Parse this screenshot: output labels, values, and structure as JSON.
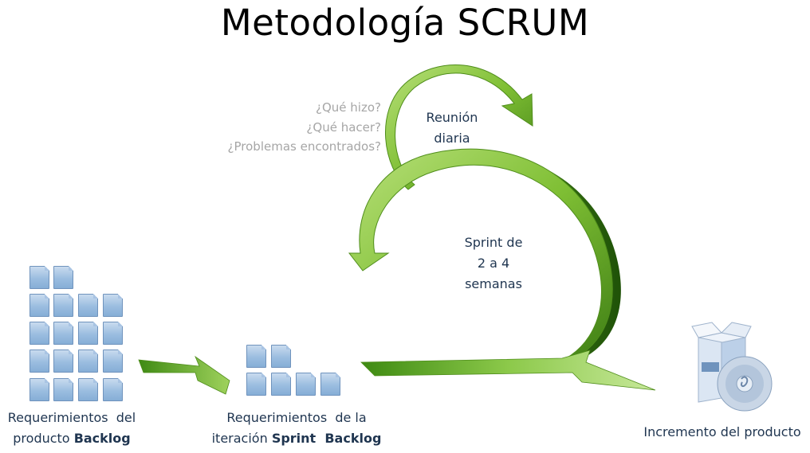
{
  "title": "Metodología SCRUM",
  "questions": [
    "¿Qué hizo?",
    "¿Qué hacer?",
    "¿Problemas encontrados?"
  ],
  "daily": {
    "line1": "Reunión",
    "line2": "diaria"
  },
  "sprint": {
    "line1": "Sprint de",
    "line2": "2 a 4",
    "line3": "semanas"
  },
  "backlog": {
    "line1": "Requerimientos  del",
    "line2_prefix": "producto ",
    "line2_bold": "Backlog"
  },
  "sprint_backlog": {
    "line1": "Requerimientos  de la",
    "line2_prefix": "iteración ",
    "line2_bold": "Sprint  Backlog"
  },
  "increment": {
    "label": "Incremento del producto"
  },
  "colors": {
    "arrow_light": "#a4d65e",
    "arrow_mid": "#5a9e1c",
    "arrow_dark": "#2f6b0e",
    "card": "#9bbde0"
  }
}
